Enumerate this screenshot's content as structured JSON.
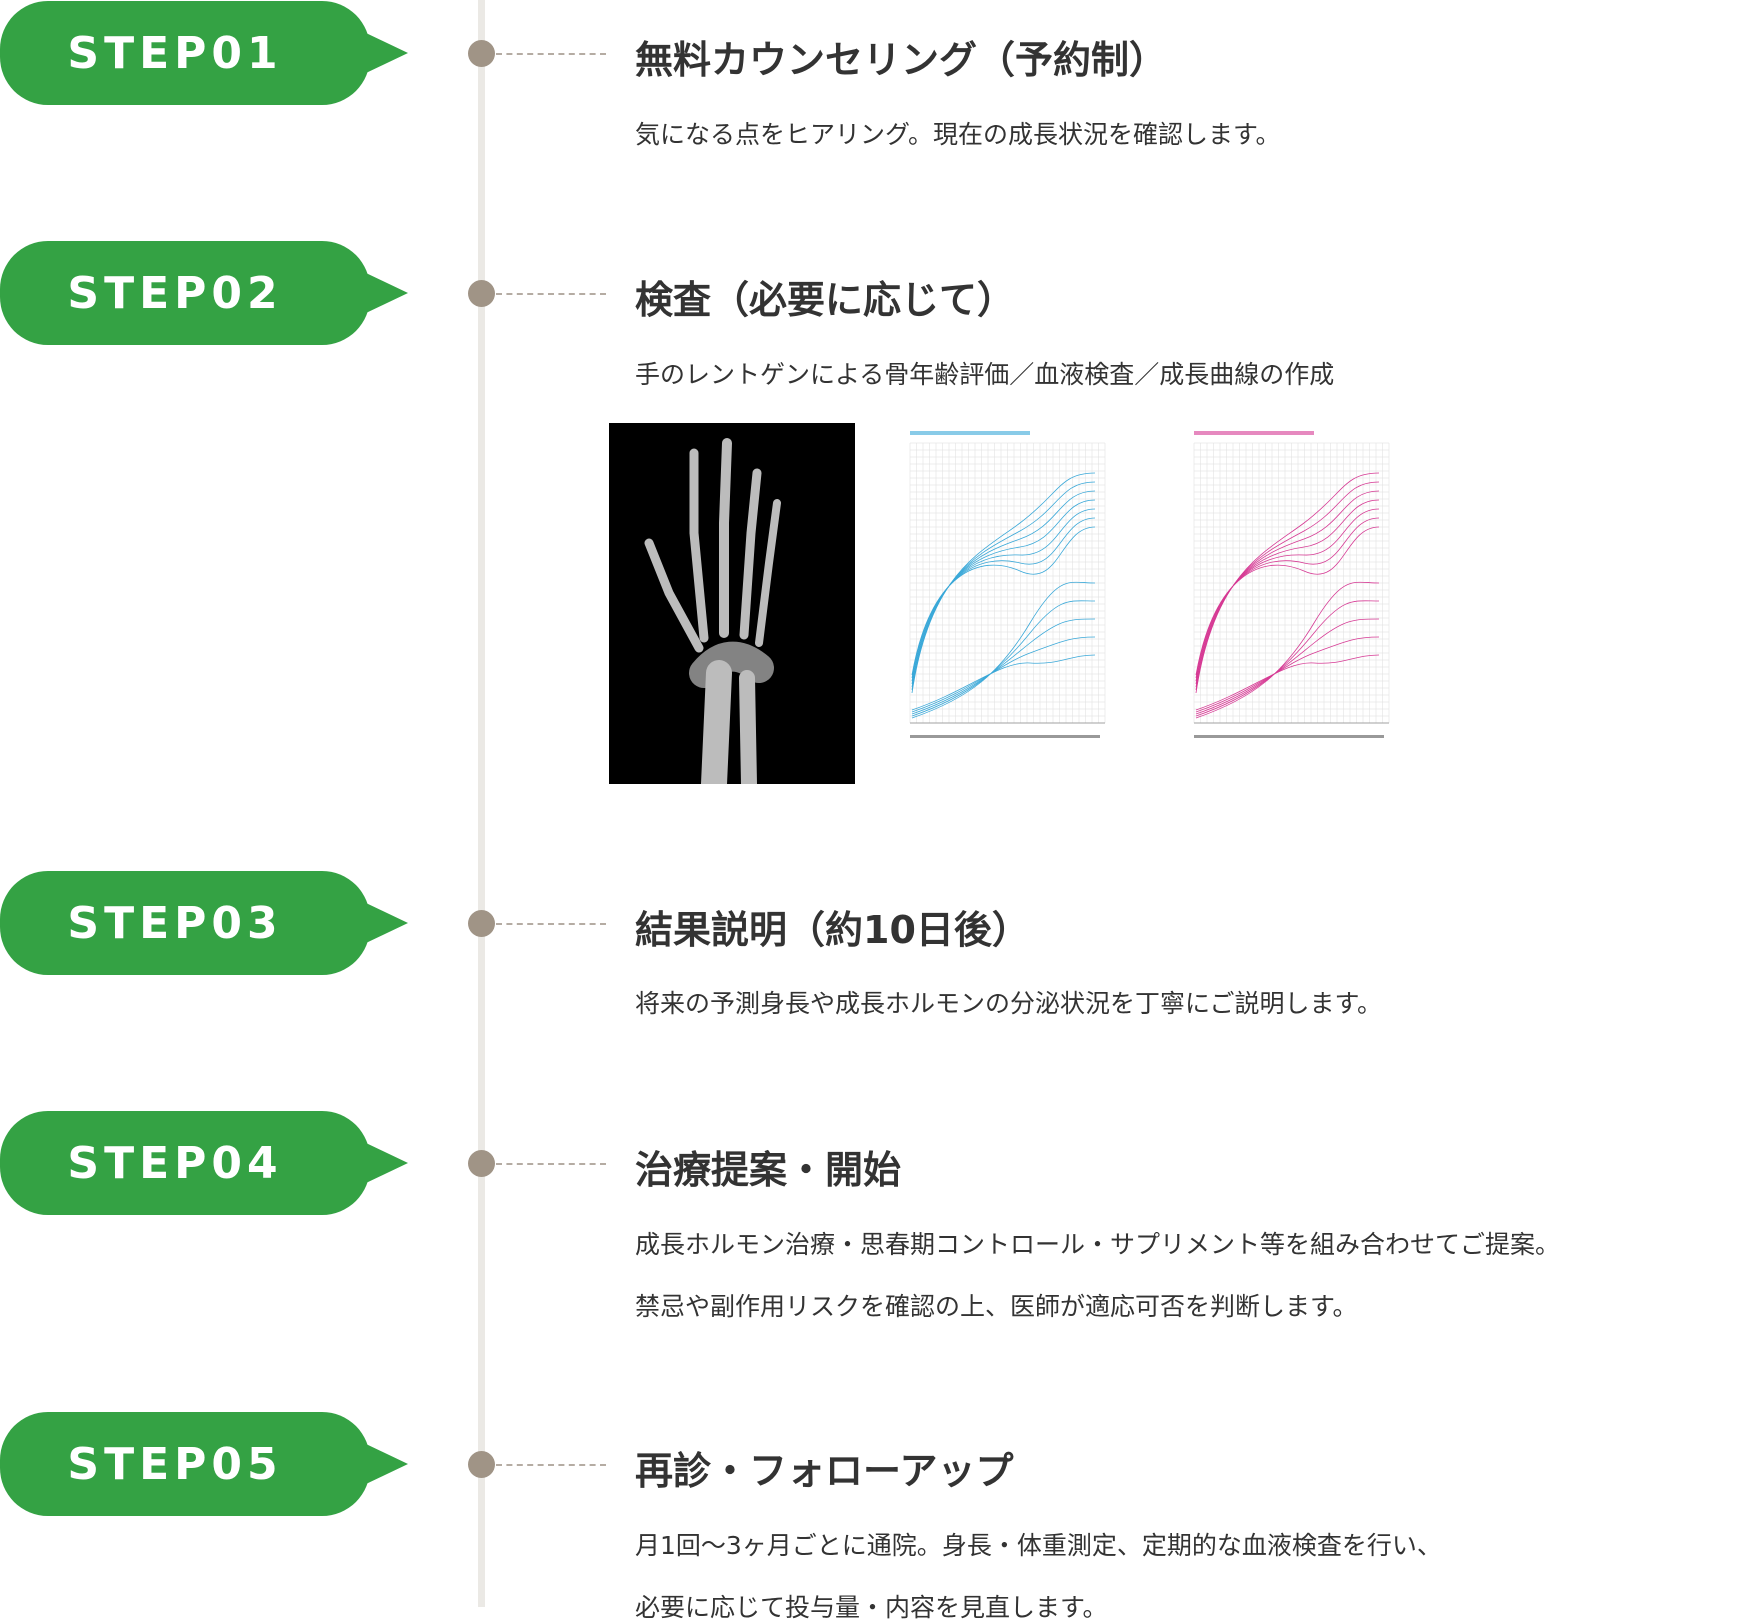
{
  "steps": [
    {
      "label": "STEP01",
      "title": "無料カウンセリング（予約制）",
      "desc": [
        "気になる点をヒアリング。現在の成長状況を確認します。"
      ]
    },
    {
      "label": "STEP02",
      "title": "検査（必要に応じて）",
      "desc": [
        "手のレントゲンによる骨年齢評価／血液検査／成長曲線の作成"
      ]
    },
    {
      "label": "STEP03",
      "title": "結果説明（約10日後）",
      "desc": [
        "将来の予測身長や成長ホルモンの分泌状況を丁寧にご説明します。"
      ]
    },
    {
      "label": "STEP04",
      "title": "治療提案・開始",
      "desc": [
        "成長ホルモン治療・思春期コントロール・サプリメント等を組み合わせてご提案。",
        "禁忌や副作用リスクを確認の上、医師が適応可否を判断します。"
      ]
    },
    {
      "label": "STEP05",
      "title": "再診・フォローアップ",
      "desc": [
        "月1回〜3ヶ月ごとに通院。身長・体重測定、定期的な血液検査を行い、",
        "必要に応じて投与量・内容を見直します。"
      ]
    }
  ],
  "colors": {
    "green": "#34a244",
    "dot": "#a09486",
    "line": "#ebe9e5",
    "boy_chart": "#3aa8d8",
    "girl_chart": "#d63a94"
  }
}
